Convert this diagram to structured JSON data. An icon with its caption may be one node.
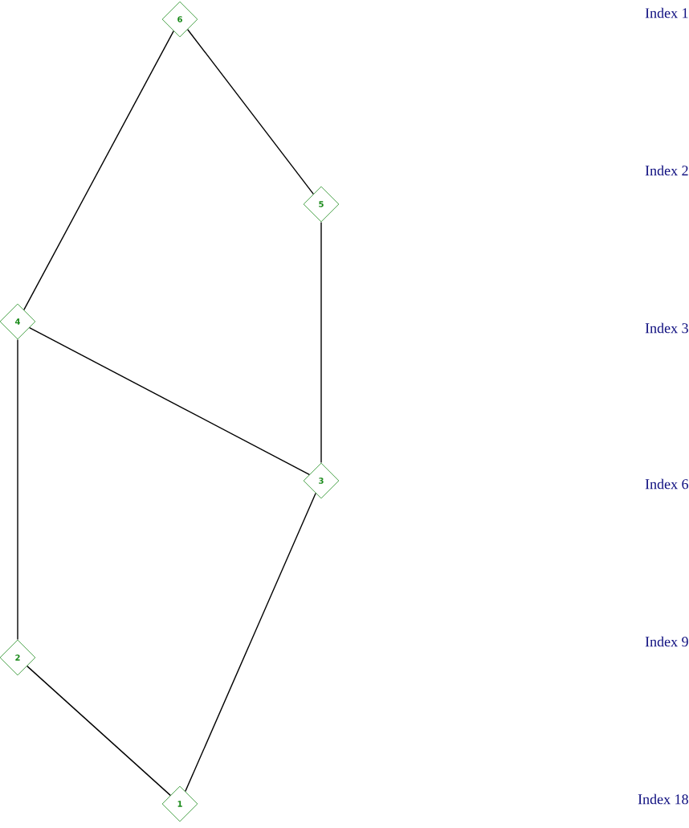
{
  "diagram": {
    "nodes": [
      {
        "text": [
          "6"
        ]
      },
      {
        "text": [
          "5"
        ]
      },
      {
        "text": [
          "4"
        ]
      },
      {
        "text": [
          "3"
        ]
      },
      {
        "text": [
          "2"
        ]
      },
      {
        "text": [
          "1"
        ]
      }
    ],
    "edges": [
      {
        "from": 0,
        "to": 2,
        "arrow": "none"
      },
      {
        "from": 0,
        "to": 1,
        "arrow": "none"
      },
      {
        "from": 2,
        "to": 3,
        "arrow": "none"
      },
      {
        "from": 1,
        "to": 3,
        "arrow": "none"
      },
      {
        "from": 2,
        "to": 4,
        "arrow": "none"
      },
      {
        "from": 3,
        "to": 5,
        "arrow": "none"
      },
      {
        "from": 4,
        "to": 5,
        "arrow": "none"
      }
    ],
    "labels": [
      "Index 1",
      "Index 2",
      "Index 3",
      "Index 6",
      "Index 9",
      "Index 18"
    ]
  }
}
